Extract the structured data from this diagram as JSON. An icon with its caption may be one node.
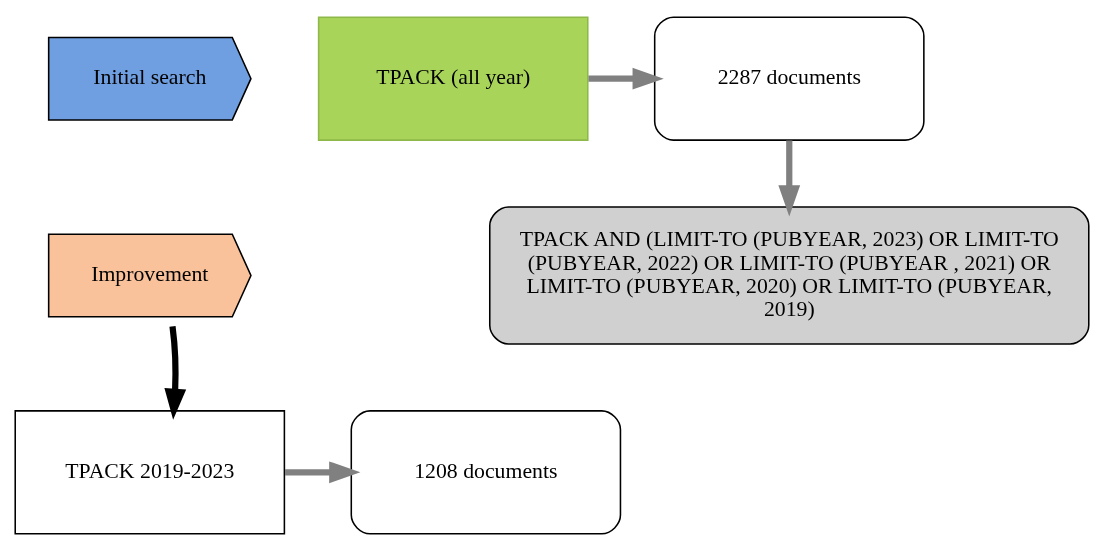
{
  "diagram": {
    "nodes": [
      {
        "text": [
          "Initial search"
        ]
      },
      {
        "text": [
          "TPACK (all year)"
        ]
      },
      {
        "text": [
          "2287 documents"
        ]
      },
      {
        "text": [
          "Improvement"
        ]
      },
      {
        "text": [
          "TPACK AND (LIMIT-TO (PUBYEAR, 2023) OR LIMIT-TO (PUBYEAR, 2022) OR LIMIT-TO (PUBYEAR , 2021) OR LIMIT-TO (PUBYEAR, 2020) OR LIMIT-TO (PUBYEAR, 2019)"
        ]
      },
      {
        "text": [
          "TPACK 2019-2023"
        ]
      },
      {
        "text": [
          "1208 documents"
        ]
      }
    ],
    "edges": [
      {
        "from": 1,
        "to": 2,
        "arrow": "to"
      },
      {
        "from": 2,
        "to": 4,
        "arrow": "to"
      },
      {
        "from": 3,
        "to": 5,
        "arrow": "to",
        "color": "#000000"
      },
      {
        "from": 5,
        "to": 6,
        "arrow": "to"
      }
    ]
  }
}
